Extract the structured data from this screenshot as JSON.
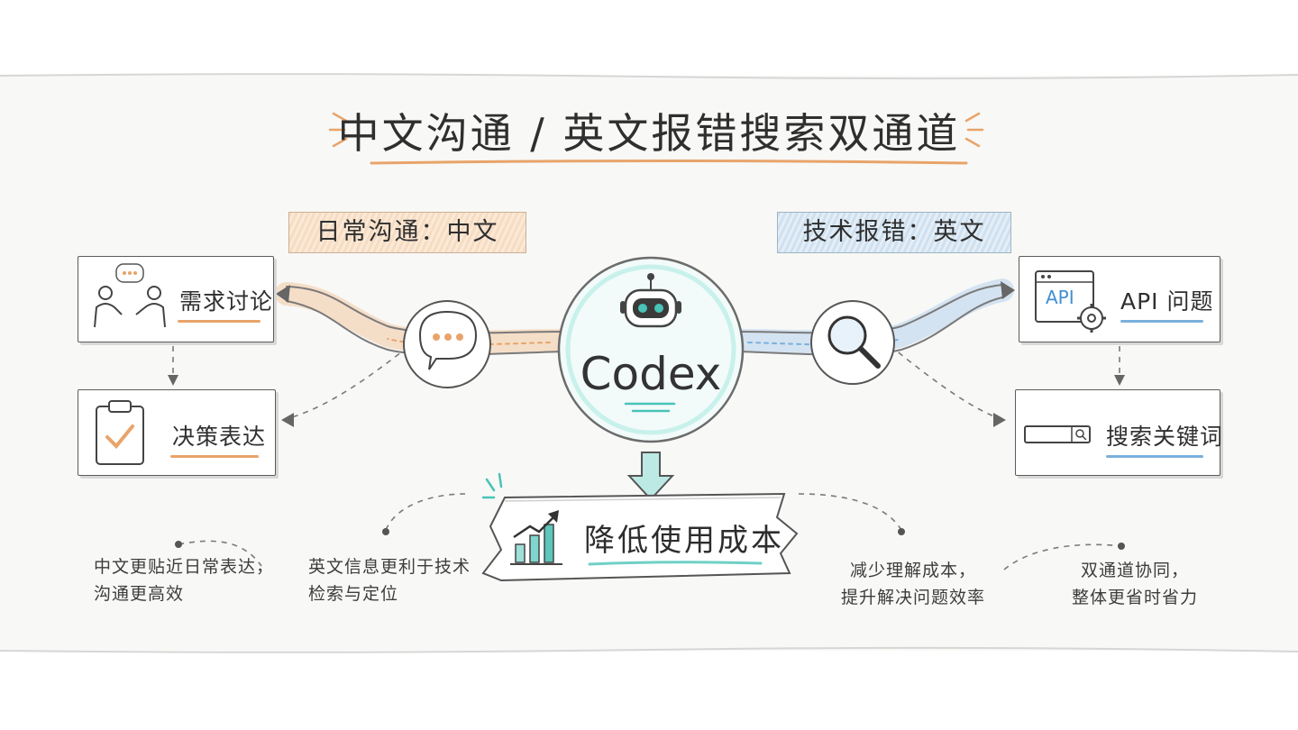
{
  "title": "中文沟通 / 英文报错搜索双通道",
  "left_tag": "日常沟通：中文",
  "right_tag": "技术报错：英文",
  "center_label": "Codex",
  "banner_label": "降低使用成本",
  "left_boxes": {
    "discussion": "需求讨论",
    "decision": "决策表达"
  },
  "right_boxes": {
    "api": "API 问题",
    "api_chip": "API",
    "search": "搜索关键词"
  },
  "notes": {
    "note1": [
      "中文更贴近日常表达，",
      "沟通更高效"
    ],
    "note2": [
      "英文信息更利于技术",
      "检索与定位"
    ],
    "note3": [
      "减少理解成本，",
      "提升解决问题效率"
    ],
    "note4": [
      "双通道协同，",
      "整体更省时省力"
    ]
  },
  "colors": {
    "chinese_channel": "#e8a46a",
    "english_channel": "#7ab0dc",
    "accent_teal": "#49c3b8",
    "ink": "#3a3a3a"
  },
  "icons": [
    "people-talking-icon",
    "clipboard-check-icon",
    "chat-bubble-icon",
    "robot-icon",
    "magnifier-icon",
    "api-window-gear-icon",
    "search-bar-icon",
    "bar-chart-up-icon"
  ]
}
